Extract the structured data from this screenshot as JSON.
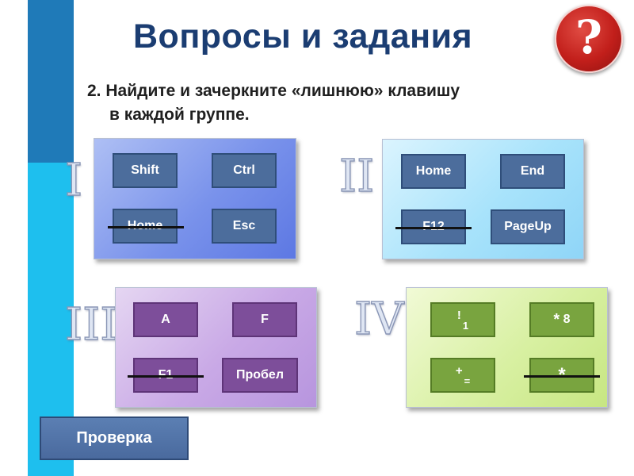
{
  "slide": {
    "title": "Вопросы и задания",
    "help_symbol": "?",
    "question": {
      "number": "2.",
      "line1": "Найдите и зачеркните «лишнюю» клавишу",
      "line2": "в каждой группе."
    }
  },
  "groups": [
    {
      "numeral": "I",
      "keys": [
        "Shift",
        "Ctrl",
        "Home",
        "Esc"
      ],
      "struck_key": "Home",
      "color": "#5d78e3"
    },
    {
      "numeral": "II",
      "keys": [
        "Home",
        "End",
        "F12",
        "PageUp"
      ],
      "struck_key": "F12",
      "color": "#8fd5f7"
    },
    {
      "numeral": "III",
      "keys": [
        "A",
        "F",
        "F1",
        "Пробел"
      ],
      "struck_key": "F1",
      "color": "#b795de"
    },
    {
      "numeral": "IV",
      "keys": [
        {
          "main": "!",
          "alt": "1"
        },
        {
          "main": "*",
          "alt": "8"
        },
        {
          "main": "+",
          "alt": "="
        },
        {
          "main": "*",
          "alt": ""
        }
      ],
      "struck_key": "*",
      "color": "#c7e682"
    }
  ],
  "check_button": {
    "label": "Проверка"
  },
  "colors": {
    "title": "#1b3d72",
    "help_badge": "#c21f1b",
    "sidebar_dark": "#1f7ab8",
    "sidebar_light": "#1ebfee",
    "check_button": "#4a6a9e"
  }
}
